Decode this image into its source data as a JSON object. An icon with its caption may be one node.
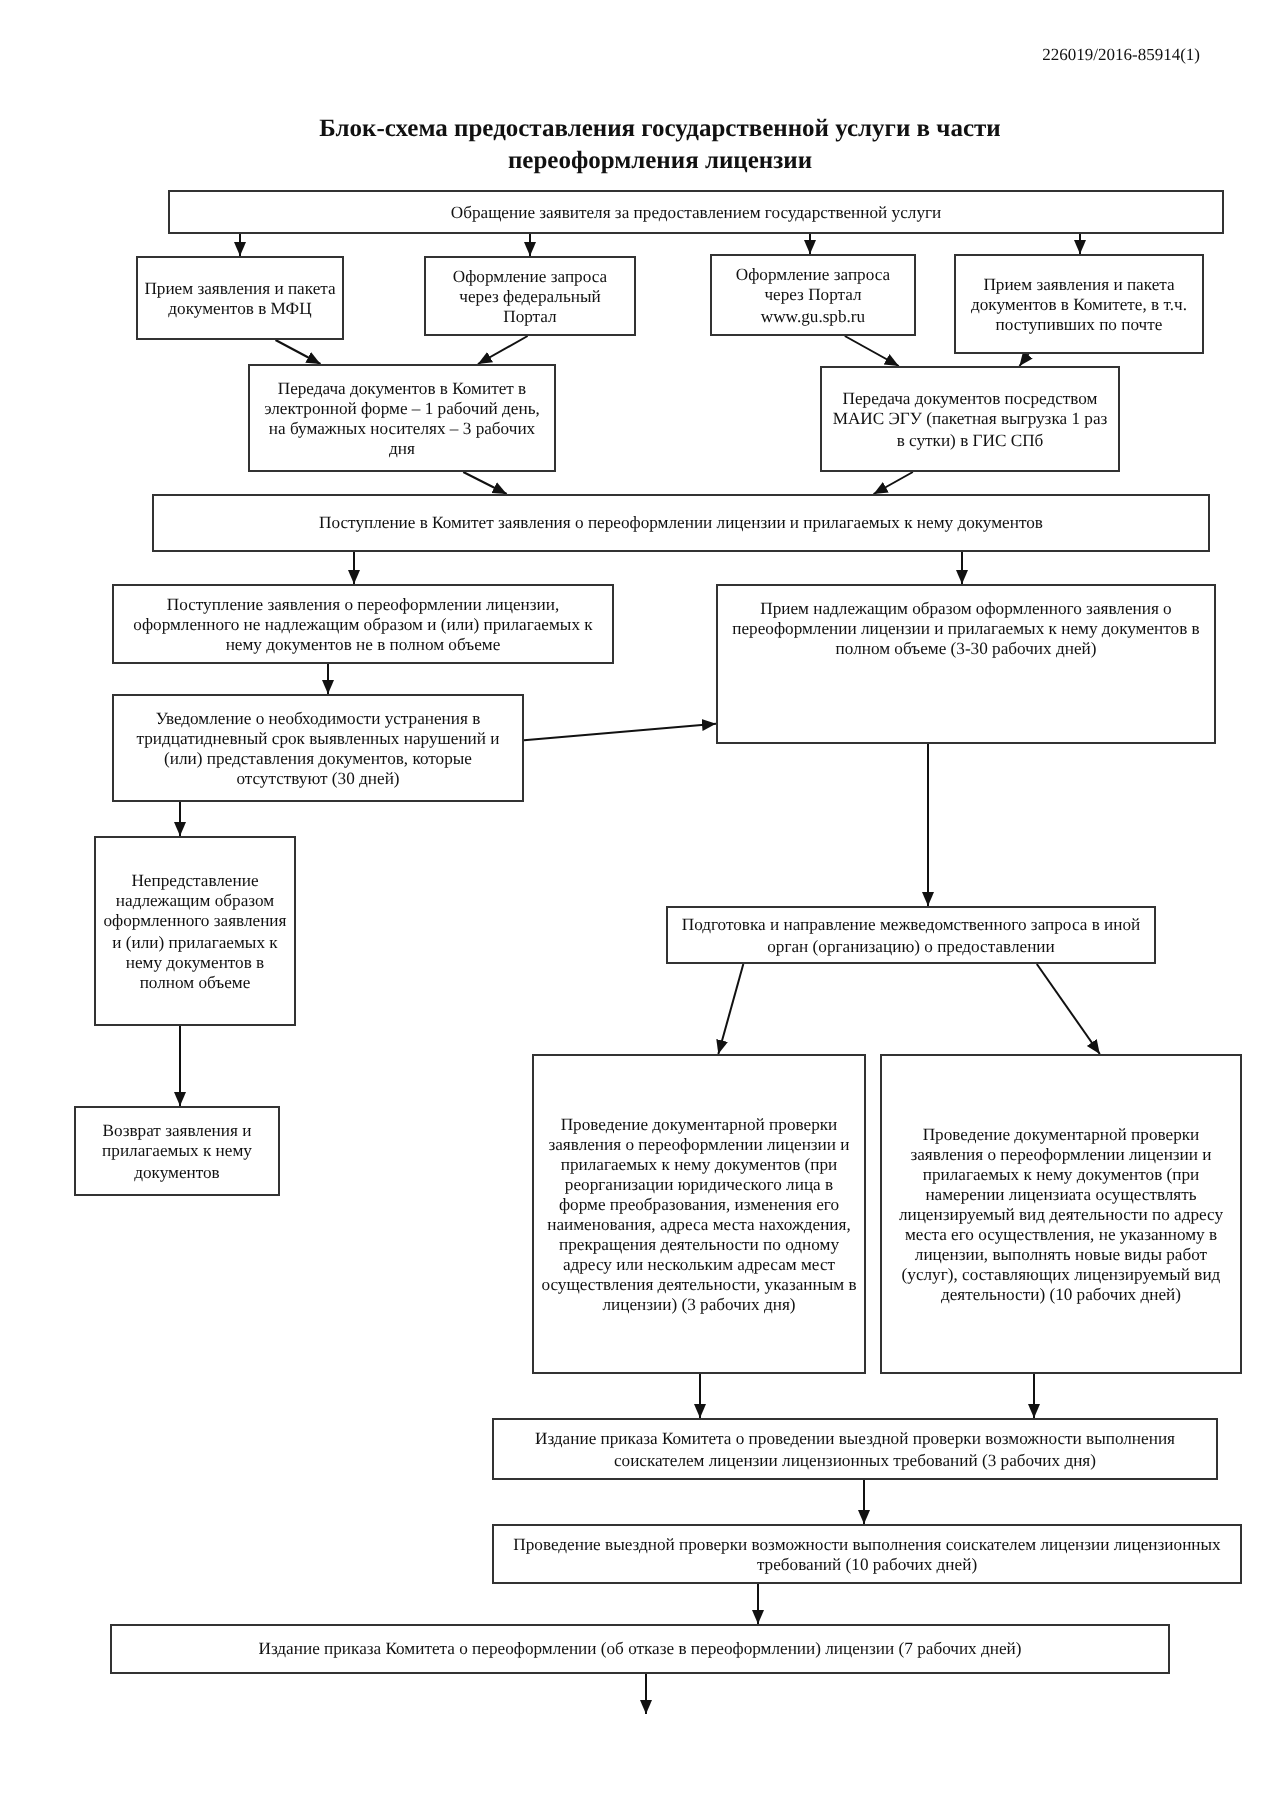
{
  "diagram": {
    "title": "Блок-схема предоставления государственной услуги в части переоформления лицензии",
    "nodes": [
      {
        "text": [
          "Обращение заявителя за предоставлением государственной услуги"
        ]
      },
      {
        "text": [
          "Прием заявления и пакета документов в МФЦ"
        ]
      },
      {
        "text": [
          "Оформление запроса через федеральный Портал"
        ]
      },
      {
        "text": [
          "Оформление запроса через Портал www.gu.spb.ru"
        ]
      },
      {
        "text": [
          "Прием заявления и пакета документов в Комитете, в т.ч. поступивших по почте"
        ]
      },
      {
        "text": [
          "Передача документов в Комитет в электронной форме – 1 рабочий день, на бумажных носителях – 3 рабочих дня"
        ]
      },
      {
        "text": [
          "Передача документов посредством МАИС ЭГУ (пакетная выгрузка 1 раз в сутки) в ГИС СПб"
        ]
      },
      {
        "text": [
          "Поступление в Комитет заявления о переоформлении лицензии и прилагаемых к нему документов"
        ]
      },
      {
        "text": [
          "Поступление заявления о переоформлении лицензии, оформленного не надлежащим образом и (или) прилагаемых к нему документов не в полном объеме"
        ]
      },
      {
        "text": [
          "Прием надлежащим образом оформленного заявления о переоформлении лицензии и прилагаемых к нему документов в полном объеме (3-30 рабочих дней)"
        ]
      },
      {
        "text": [
          "Уведомление о необходимости устранения в тридцатидневный срок выявленных нарушений и (или) представления документов, которые отсутствуют (30 дней)"
        ]
      },
      {
        "text": [
          "Непредставление надлежащим образом оформленного заявления и (или) прилагаемых к нему документов в полном объеме"
        ]
      },
      {
        "text": [
          "Возврат заявления и прилагаемых к нему документов"
        ]
      },
      {
        "text": [
          "Подготовка и направление межведомственного запроса в иной орган (организацию) о предоставлении"
        ]
      },
      {
        "text": [
          "Проведение документарной проверки заявления о переоформлении лицензии и прилагаемых к нему документов (при реорганизации юридического лица в форме преобразования, изменения его наименования, адреса места нахождения, прекращения деятельности по одному адресу или нескольким адресам мест осуществления деятельности, указанным в лицензии) (3 рабочих дня)"
        ]
      },
      {
        "text": [
          "Проведение документарной проверки заявления о переоформлении лицензии и прилагаемых к нему документов (при намерении лицензиата осуществлять лицензируемый вид деятельности по адресу места его осуществления, не указанному в лицензии, выполнять новые виды работ (услуг), составляющих лицензируемый вид деятельности) (10 рабочих дней)"
        ]
      },
      {
        "text": [
          "Издание приказа Комитета о проведении выездной проверки возможности выполнения соискателем лицензии лицензионных требований (3 рабочих дня)"
        ]
      },
      {
        "text": [
          "Проведение выездной проверки возможности выполнения соискателем лицензии лицензионных требований (10 рабочих дней)"
        ]
      },
      {
        "text": [
          "Издание приказа Комитета о переоформлении (об отказе в переоформлении) лицензии (7 рабочих дней)"
        ]
      }
    ],
    "edges": [
      {
        "from": 0,
        "to": 1,
        "arrow": "to"
      },
      {
        "from": 0,
        "to": 2,
        "arrow": "to"
      },
      {
        "from": 0,
        "to": 3,
        "arrow": "to"
      },
      {
        "from": 0,
        "to": 4,
        "arrow": "to"
      },
      {
        "from": 1,
        "to": 5,
        "arrow": "to"
      },
      {
        "from": 2,
        "to": 5,
        "arrow": "to"
      },
      {
        "from": 3,
        "to": 6,
        "arrow": "to"
      },
      {
        "from": 4,
        "to": 6,
        "arrow": "to"
      },
      {
        "from": 5,
        "to": 7,
        "arrow": "to"
      },
      {
        "from": 6,
        "to": 7,
        "arrow": "to"
      },
      {
        "from": 7,
        "to": 8,
        "arrow": "to"
      },
      {
        "from": 7,
        "to": 9,
        "arrow": "to"
      },
      {
        "from": 8,
        "to": 10,
        "arrow": "to"
      },
      {
        "from": 10,
        "to": 9,
        "arrow": "to"
      },
      {
        "from": 10,
        "to": 11,
        "arrow": "to"
      },
      {
        "from": 11,
        "to": 12,
        "arrow": "to"
      },
      {
        "from": 9,
        "to": 13,
        "arrow": "to"
      },
      {
        "from": 13,
        "to": 14,
        "arrow": "to"
      },
      {
        "from": 13,
        "to": 15,
        "arrow": "to"
      },
      {
        "from": 14,
        "to": 16,
        "arrow": "to"
      },
      {
        "from": 15,
        "to": 16,
        "arrow": "to"
      },
      {
        "from": 16,
        "to": 17,
        "arrow": "to"
      },
      {
        "from": 17,
        "to": 18,
        "arrow": "to"
      },
      {
        "from": 18,
        "to": null,
        "arrow": "to"
      }
    ],
    "labels": [
      "226019/2016-85914(1)"
    ]
  }
}
